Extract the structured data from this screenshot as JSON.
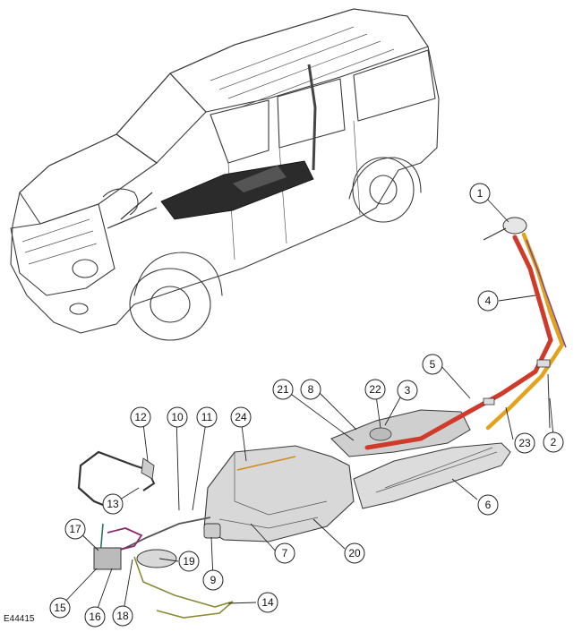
{
  "figure": {
    "reference_code": "E44415",
    "callouts": [
      "1",
      "2",
      "3",
      "4",
      "5",
      "6",
      "7",
      "8",
      "9",
      "10",
      "11",
      "12",
      "13",
      "14",
      "15",
      "16",
      "17",
      "18",
      "19",
      "20",
      "21",
      "22",
      "23",
      "24"
    ]
  },
  "colors": {
    "fill_pipe": "#d03a2a",
    "vent_pipe": "#e3a21c",
    "tank_body": "#d6d6d6",
    "outline": "#3a3a3a"
  }
}
